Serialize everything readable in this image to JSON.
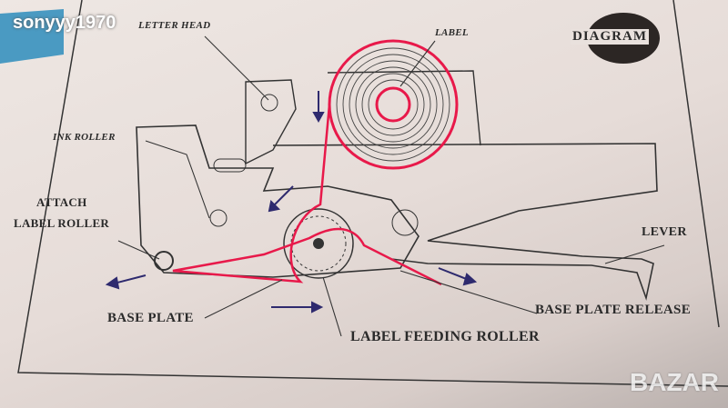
{
  "watermark": "sonyyy1970",
  "site_watermark": "BAZAR",
  "logo_text": "DIAGRAM",
  "labels": {
    "letter_head": "LETTER HEAD",
    "label": "LABEL",
    "ink_roller": "INK ROLLER",
    "attach_label_roller_1": "ATTACH",
    "attach_label_roller_2": "LABEL ROLLER",
    "lever": "LEVER",
    "base_plate": "BASE PLATE",
    "label_feeding_roller": "LABEL FEEDING ROLLER",
    "base_plate_release": "BASE PLATE RELEASE"
  },
  "colors": {
    "label_path": "#e8194a",
    "arrow": "#2e2a6e",
    "line": "#333333"
  }
}
